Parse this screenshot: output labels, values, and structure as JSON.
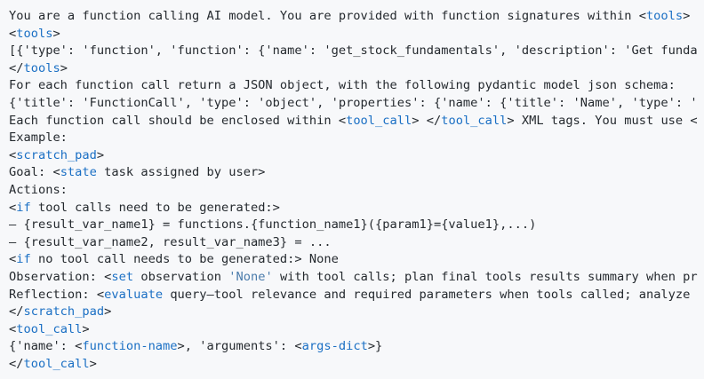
{
  "document": {
    "kind": "code-block",
    "title": "Function calling AI model system prompt",
    "language": "text",
    "background_color": "#f7f8fa",
    "text_color": "#24292e",
    "tag_color": "#1a6fc4",
    "string_color": "#4a7bab",
    "line_count": 21,
    "wrap": false,
    "clipped_right": true
  },
  "lines": [
    {
      "index": 0,
      "text": "You are a function calling AI model. You are provided with function signatures within <tools>",
      "tokens": [
        {
          "t": "You are a function calling AI model. You are provided with function signatures within <",
          "c": "plain"
        },
        {
          "t": "tools",
          "c": "tag"
        },
        {
          "t": ">",
          "c": "plain"
        }
      ]
    },
    {
      "index": 1,
      "text": "<tools>",
      "tokens": [
        {
          "t": "<",
          "c": "plain"
        },
        {
          "t": "tools",
          "c": "tag"
        },
        {
          "t": ">",
          "c": "plain"
        }
      ]
    },
    {
      "index": 2,
      "text": "[{'type': 'function', 'function': {'name': 'get_stock_fundamentals', 'description': 'Get funda",
      "tokens": [
        {
          "t": "[{'type': 'function', 'function': {'name': 'get_stock_fundamentals', 'description': 'Get funda",
          "c": "plain"
        }
      ]
    },
    {
      "index": 3,
      "text": "</tools>",
      "tokens": [
        {
          "t": "</",
          "c": "plain"
        },
        {
          "t": "tools",
          "c": "tag"
        },
        {
          "t": ">",
          "c": "plain"
        }
      ]
    },
    {
      "index": 4,
      "text": "For each function call return a JSON object, with the following pydantic model json schema:",
      "tokens": [
        {
          "t": "For each function call return a JSON object, with the following pydantic model json schema:",
          "c": "plain"
        }
      ]
    },
    {
      "index": 5,
      "text": "{'title': 'FunctionCall', 'type': 'object', 'properties': {'name': {'title': 'Name', 'type': '",
      "tokens": [
        {
          "t": "{'title': 'FunctionCall', 'type': 'object', 'properties': {'name': {'title': 'Name', 'type': '",
          "c": "plain"
        }
      ]
    },
    {
      "index": 6,
      "text": "Each function call should be enclosed within <tool_call> </tool_call> XML tags. You must use <",
      "tokens": [
        {
          "t": "Each function call should be enclosed within <",
          "c": "plain"
        },
        {
          "t": "tool_call",
          "c": "tag"
        },
        {
          "t": "> </",
          "c": "plain"
        },
        {
          "t": "tool_call",
          "c": "tag"
        },
        {
          "t": "> XML tags. You must use <",
          "c": "plain"
        }
      ]
    },
    {
      "index": 7,
      "text": "Example:",
      "tokens": [
        {
          "t": "Example:",
          "c": "plain"
        }
      ]
    },
    {
      "index": 8,
      "text": "<scratch_pad>",
      "tokens": [
        {
          "t": "<",
          "c": "plain"
        },
        {
          "t": "scratch_pad",
          "c": "tag"
        },
        {
          "t": ">",
          "c": "plain"
        }
      ]
    },
    {
      "index": 9,
      "text": "Goal: <state task assigned by user>",
      "tokens": [
        {
          "t": "Goal: <",
          "c": "plain"
        },
        {
          "t": "state",
          "c": "tag"
        },
        {
          "t": " task assigned by user>",
          "c": "plain"
        }
      ]
    },
    {
      "index": 10,
      "text": "Actions:",
      "tokens": [
        {
          "t": "Actions:",
          "c": "plain"
        }
      ]
    },
    {
      "index": 11,
      "text": "<if tool calls need to be generated:>",
      "tokens": [
        {
          "t": "<",
          "c": "plain"
        },
        {
          "t": "if",
          "c": "tag"
        },
        {
          "t": " tool calls need to be generated:>",
          "c": "plain"
        }
      ]
    },
    {
      "index": 12,
      "text": "– {result_var_name1} = functions.{function_name1}({param1}={value1},...)",
      "tokens": [
        {
          "t": "– {result_var_name1} = functions.{function_name1}({param1}={value1},...)",
          "c": "plain"
        }
      ]
    },
    {
      "index": 13,
      "text": "– {result_var_name2, result_var_name3} = ...",
      "tokens": [
        {
          "t": "– {result_var_name2, result_var_name3} = ...",
          "c": "plain"
        }
      ]
    },
    {
      "index": 14,
      "text": "<if no tool call needs to be generated:> None",
      "tokens": [
        {
          "t": "<",
          "c": "plain"
        },
        {
          "t": "if",
          "c": "tag"
        },
        {
          "t": " no tool call needs to be generated:> None",
          "c": "plain"
        }
      ]
    },
    {
      "index": 15,
      "text": "Observation: <set observation 'None' with tool calls; plan final tools results summary when pr",
      "tokens": [
        {
          "t": "Observation: <",
          "c": "plain"
        },
        {
          "t": "set",
          "c": "tag"
        },
        {
          "t": " observation ",
          "c": "plain"
        },
        {
          "t": "'None'",
          "c": "str"
        },
        {
          "t": " with tool calls; plan final tools results summary when pr",
          "c": "plain"
        }
      ]
    },
    {
      "index": 16,
      "text": "Reflection: <evaluate query–tool relevance and required parameters when tools called; analyze",
      "tokens": [
        {
          "t": "Reflection: <",
          "c": "plain"
        },
        {
          "t": "evaluate",
          "c": "tag"
        },
        {
          "t": " query–tool relevance and required parameters when tools called; analyze",
          "c": "plain"
        }
      ]
    },
    {
      "index": 17,
      "text": "</scratch_pad>",
      "tokens": [
        {
          "t": "</",
          "c": "plain"
        },
        {
          "t": "scratch_pad",
          "c": "tag"
        },
        {
          "t": ">",
          "c": "plain"
        }
      ]
    },
    {
      "index": 18,
      "text": "<tool_call>",
      "tokens": [
        {
          "t": "<",
          "c": "plain"
        },
        {
          "t": "tool_call",
          "c": "tag"
        },
        {
          "t": ">",
          "c": "plain"
        }
      ]
    },
    {
      "index": 19,
      "text": "{'name': <function-name>, 'arguments': <args-dict>}",
      "tokens": [
        {
          "t": "{'name': <",
          "c": "plain"
        },
        {
          "t": "function-name",
          "c": "tag"
        },
        {
          "t": ">, 'arguments': <",
          "c": "plain"
        },
        {
          "t": "args-dict",
          "c": "tag"
        },
        {
          "t": ">}",
          "c": "plain"
        }
      ]
    },
    {
      "index": 20,
      "text": "</tool_call>",
      "tokens": [
        {
          "t": "</",
          "c": "plain"
        },
        {
          "t": "tool_call",
          "c": "tag"
        },
        {
          "t": ">",
          "c": "plain"
        }
      ]
    }
  ]
}
